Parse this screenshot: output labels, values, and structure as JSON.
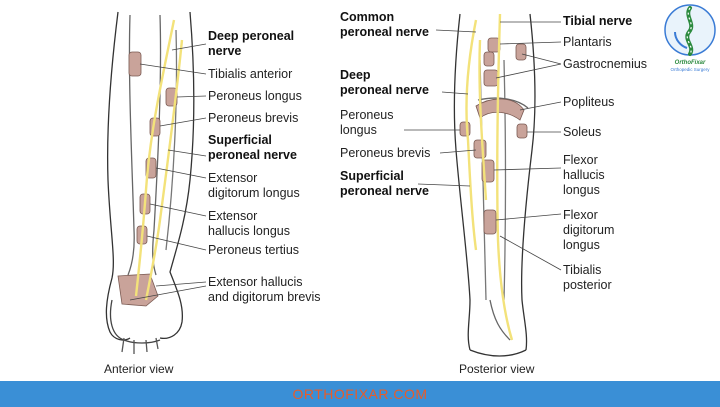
{
  "anterior": {
    "labels": {
      "deep_peroneal": "Deep peroneal\nnerve",
      "tibialis_anterior": "Tibialis anterior",
      "peroneus_longus": "Peroneus longus",
      "peroneus_brevis": "Peroneus brevis",
      "superficial_peroneal": "Superficial\nperoneal nerve",
      "extensor_digitorum_longus": "Extensor\ndigitorum longus",
      "extensor_hallucis_longus": "Extensor\nhallucis longus",
      "peroneus_tertius": "Peroneus tertius",
      "extensor_hallucis_digitorum_brevis": "Extensor hallucis\nand digitorum brevis"
    },
    "caption": "Anterior view"
  },
  "posterior": {
    "labels": {
      "common_peroneal": "Common\nperoneal nerve",
      "deep_peroneal": "Deep\nperoneal nerve",
      "peroneus_longus": "Peroneus\nlongus",
      "peroneus_brevis": "Peroneus brevis",
      "superficial_peroneal": "Superficial\nperoneal nerve",
      "tibial_nerve": "Tibial nerve",
      "plantaris": "Plantaris",
      "gastrocnemius": "Gastrocnemius",
      "popliteus": "Popliteus",
      "soleus": "Soleus",
      "flexor_hallucis_longus": "Flexor\nhallucis\nlongus",
      "flexor_digitorum_longus": "Flexor\ndigitorum\nlongus",
      "tibialis_posterior": "Tibialis\nposterior"
    },
    "caption": "Posterior view"
  },
  "logo": {
    "name": "OrthoFixar",
    "subtitle": "Orthopedic Surgery"
  },
  "footer": {
    "text": "ORTHOFIXAR.COM"
  },
  "colors": {
    "nerve": "#f3e27a",
    "muscle": "#c9a39a",
    "footer_bg": "#3a8fd6",
    "footer_text": "#e85c2a"
  }
}
